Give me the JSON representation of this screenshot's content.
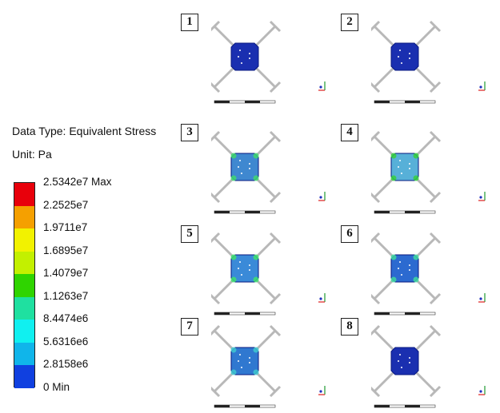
{
  "legend": {
    "data_type": "Data Type: Equivalent Stress",
    "unit": "Unit: Pa",
    "levels": [
      {
        "label": "2.5342e7 Max",
        "color": "#e8000b"
      },
      {
        "label": "2.2525e7",
        "color": "#f5a000"
      },
      {
        "label": "1.9711e7",
        "color": "#f2f200"
      },
      {
        "label": "1.6895e7",
        "color": "#c3f000"
      },
      {
        "label": "1.4079e7",
        "color": "#2fd400"
      },
      {
        "label": "1.1263e7",
        "color": "#1fe0a0"
      },
      {
        "label": "8.4474e6",
        "color": "#10f0f0"
      },
      {
        "label": "5.6316e6",
        "color": "#10b5ea"
      },
      {
        "label": "2.8158e6",
        "color": "#1040e0"
      },
      {
        "label": "0 Min",
        "color": null
      }
    ]
  },
  "panels": [
    {
      "label": "1",
      "fill": "#1a2fb0",
      "hotspot": null
    },
    {
      "label": "2",
      "fill": "#1a2fb0",
      "hotspot": null
    },
    {
      "label": "3",
      "fill": "#3f88d0",
      "hotspot": "#3fd870"
    },
    {
      "label": "4",
      "fill": "#57b0d8",
      "hotspot": "#35d040"
    },
    {
      "label": "5",
      "fill": "#3a8ad8",
      "hotspot": "#3fe070"
    },
    {
      "label": "6",
      "fill": "#2c6ad0",
      "hotspot": "#40d8a0"
    },
    {
      "label": "7",
      "fill": "#3078d0",
      "hotspot": "#40c8d0"
    },
    {
      "label": "8",
      "fill": "#1a2fb0",
      "hotspot": null
    }
  ],
  "colors": {
    "bracket": "#b8b8b8",
    "edge": "#0a1a80",
    "triad_x": "#e03030",
    "triad_y": "#30a040",
    "triad_z": "#2030c0"
  }
}
